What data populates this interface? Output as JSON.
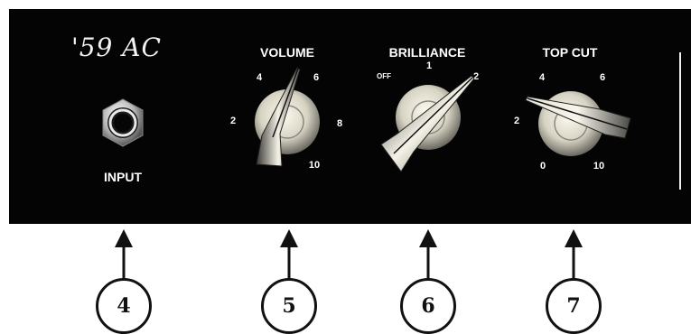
{
  "brand": "'59 AC",
  "input": {
    "label": "INPUT"
  },
  "volume": {
    "title": "VOLUME",
    "ticks": [
      "2",
      "4",
      "6",
      "8",
      "10"
    ]
  },
  "brilliance": {
    "title": "BRILLIANCE",
    "ticks": [
      "OFF",
      "1",
      "2"
    ]
  },
  "topcut": {
    "title": "TOP CUT",
    "ticks": [
      "0",
      "2",
      "4",
      "6",
      "10"
    ]
  },
  "callouts": [
    "4",
    "5",
    "6",
    "7"
  ]
}
